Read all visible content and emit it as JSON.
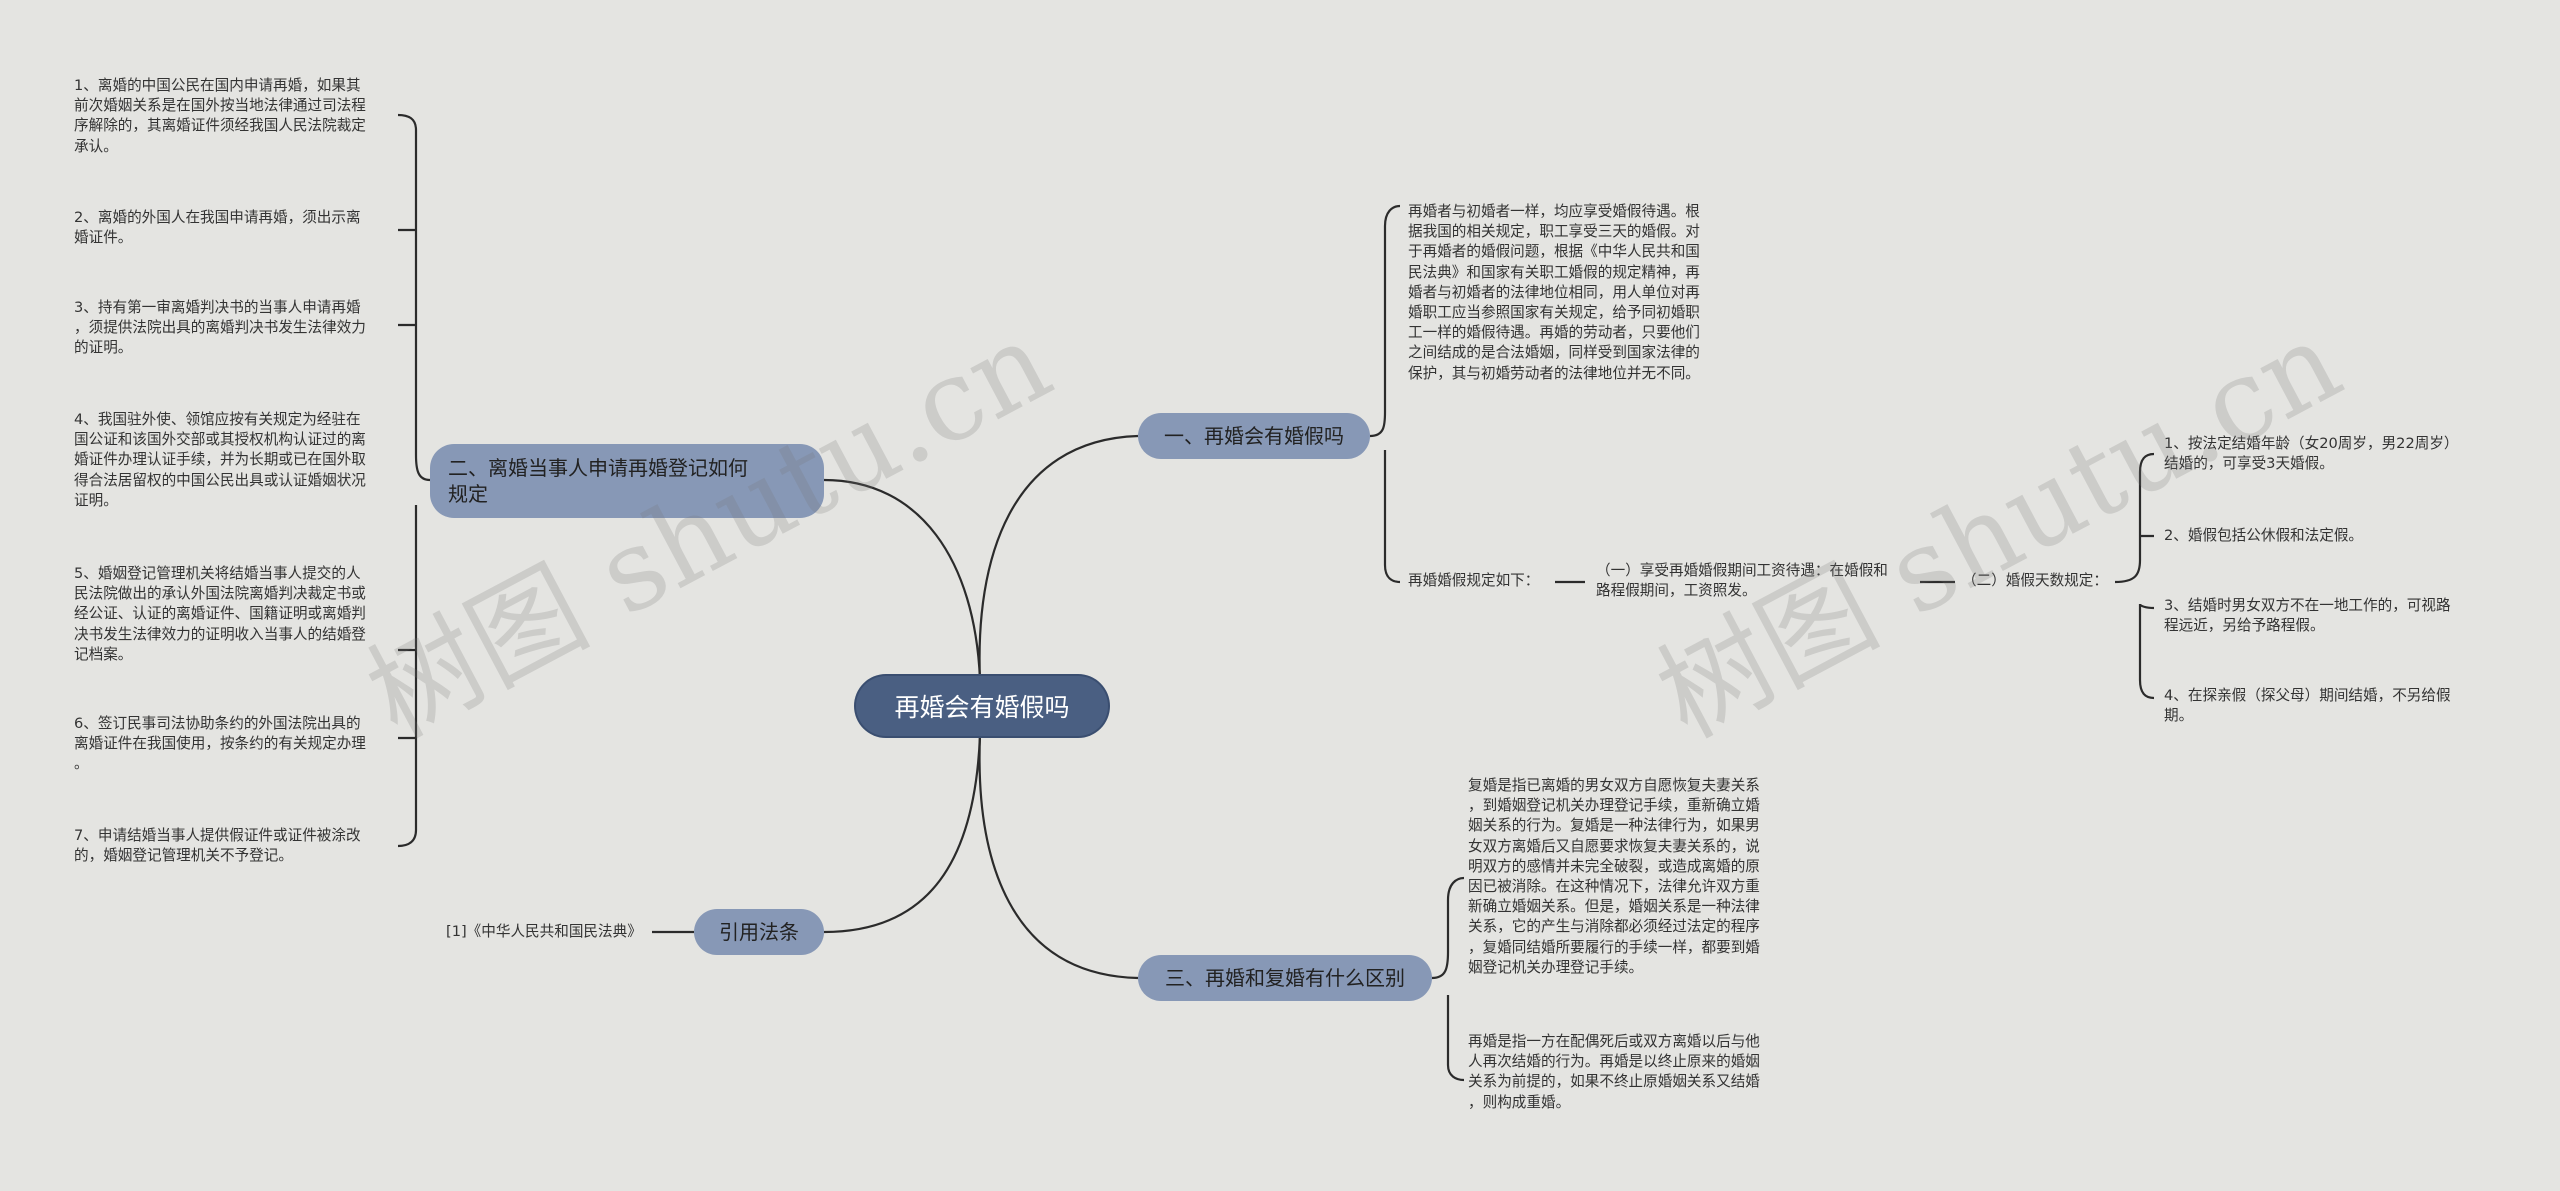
{
  "root": {
    "label": "再婚会有婚假吗"
  },
  "branches": {
    "b1": {
      "label": "一、再婚会有婚假吗",
      "description": "再婚者与初婚者一样，均应享受婚假待遇。根\n据我国的相关规定，职工享受三天的婚假。对\n于再婚者的婚假问题，根据《中华人民共和国\n民法典》和国家有关职工婚假的规定精神，再\n婚者与初婚者的法律地位相同，用人单位对再\n婚职工应当参照国家有关规定，给予同初婚职\n工一样的婚假待遇。再婚的劳动者，只要他们\n之间结成的是合法婚姻，同样受到国家法律的\n保护，其与初婚劳动者的法律地位并无不同。",
      "rule_label": "再婚婚假规定如下：",
      "sub1": "（一）享受再婚婚假期间工资待遇：在婚假和\n路程假期间，工资照发。",
      "sub2": "（二）婚假天数规定：",
      "items": [
        "1、按法定结婚年龄（女20周岁，男22周岁）\n结婚的，可享受3天婚假。",
        "2、婚假包括公休假和法定假。",
        "3、结婚时男女双方不在一地工作的，可视路\n程远近，另给予路程假。",
        "4、在探亲假（探父母）期间结婚，不另给假\n期。"
      ]
    },
    "b2": {
      "label": "二、离婚当事人申请再婚登记如何\n规定",
      "items": [
        "1、离婚的中国公民在国内申请再婚，如果其\n前次婚姻关系是在国外按当地法律通过司法程\n序解除的，其离婚证件须经我国人民法院裁定\n承认。",
        "2、离婚的外国人在我国申请再婚，须出示离\n婚证件。",
        "3、持有第一审离婚判决书的当事人申请再婚\n，须提供法院出具的离婚判决书发生法律效力\n的证明。",
        "4、我国驻外使、领馆应按有关规定为经驻在\n国公证和该国外交部或其授权机构认证过的离\n婚证件办理认证手续，并为长期或已在国外取\n得合法居留权的中国公民出具或认证婚姻状况\n证明。",
        "5、婚姻登记管理机关将结婚当事人提交的人\n民法院做出的承认外国法院离婚判决裁定书或\n经公证、认证的离婚证件、国籍证明或离婚判\n决书发生法律效力的证明收入当事人的结婚登\n记档案。",
        "6、签订民事司法协助条约的外国法院出具的\n离婚证件在我国使用，按条约的有关规定办理\n。",
        "7、申请结婚当事人提供假证件或证件被涂改\n的，婚姻登记管理机关不予登记。"
      ]
    },
    "b3": {
      "label": "三、再婚和复婚有什么区别",
      "items": [
        "复婚是指已离婚的男女双方自愿恢复夫妻关系\n，到婚姻登记机关办理登记手续，重新确立婚\n姻关系的行为。复婚是一种法律行为，如果男\n女双方离婚后又自愿要求恢复夫妻关系的，说\n明双方的感情并未完全破裂，或造成离婚的原\n因已被消除。在这种情况下，法律允许双方重\n新确立婚姻关系。但是，婚姻关系是一种法律\n关系，它的产生与消除都必须经过法定的程序\n，复婚同结婚所要履行的手续一样，都要到婚\n姻登记机关办理登记手续。",
        "再婚是指一方在配偶死后或双方离婚以后与他\n人再次结婚的行为。再婚是以终止原来的婚姻\n关系为前提的，如果不终止原婚姻关系又结婚\n，则构成重婚。"
      ]
    },
    "b4": {
      "label": "引用法条",
      "items": [
        "[1]《中华人民共和国民法典》"
      ]
    }
  },
  "watermarks": [
    "树图 shutu.cn",
    "树图 shutu.cn"
  ],
  "colors": {
    "background": "#e4e4e1",
    "root": "#4a5f82",
    "branch": "#8798b6",
    "line": "#2b2b2b"
  }
}
